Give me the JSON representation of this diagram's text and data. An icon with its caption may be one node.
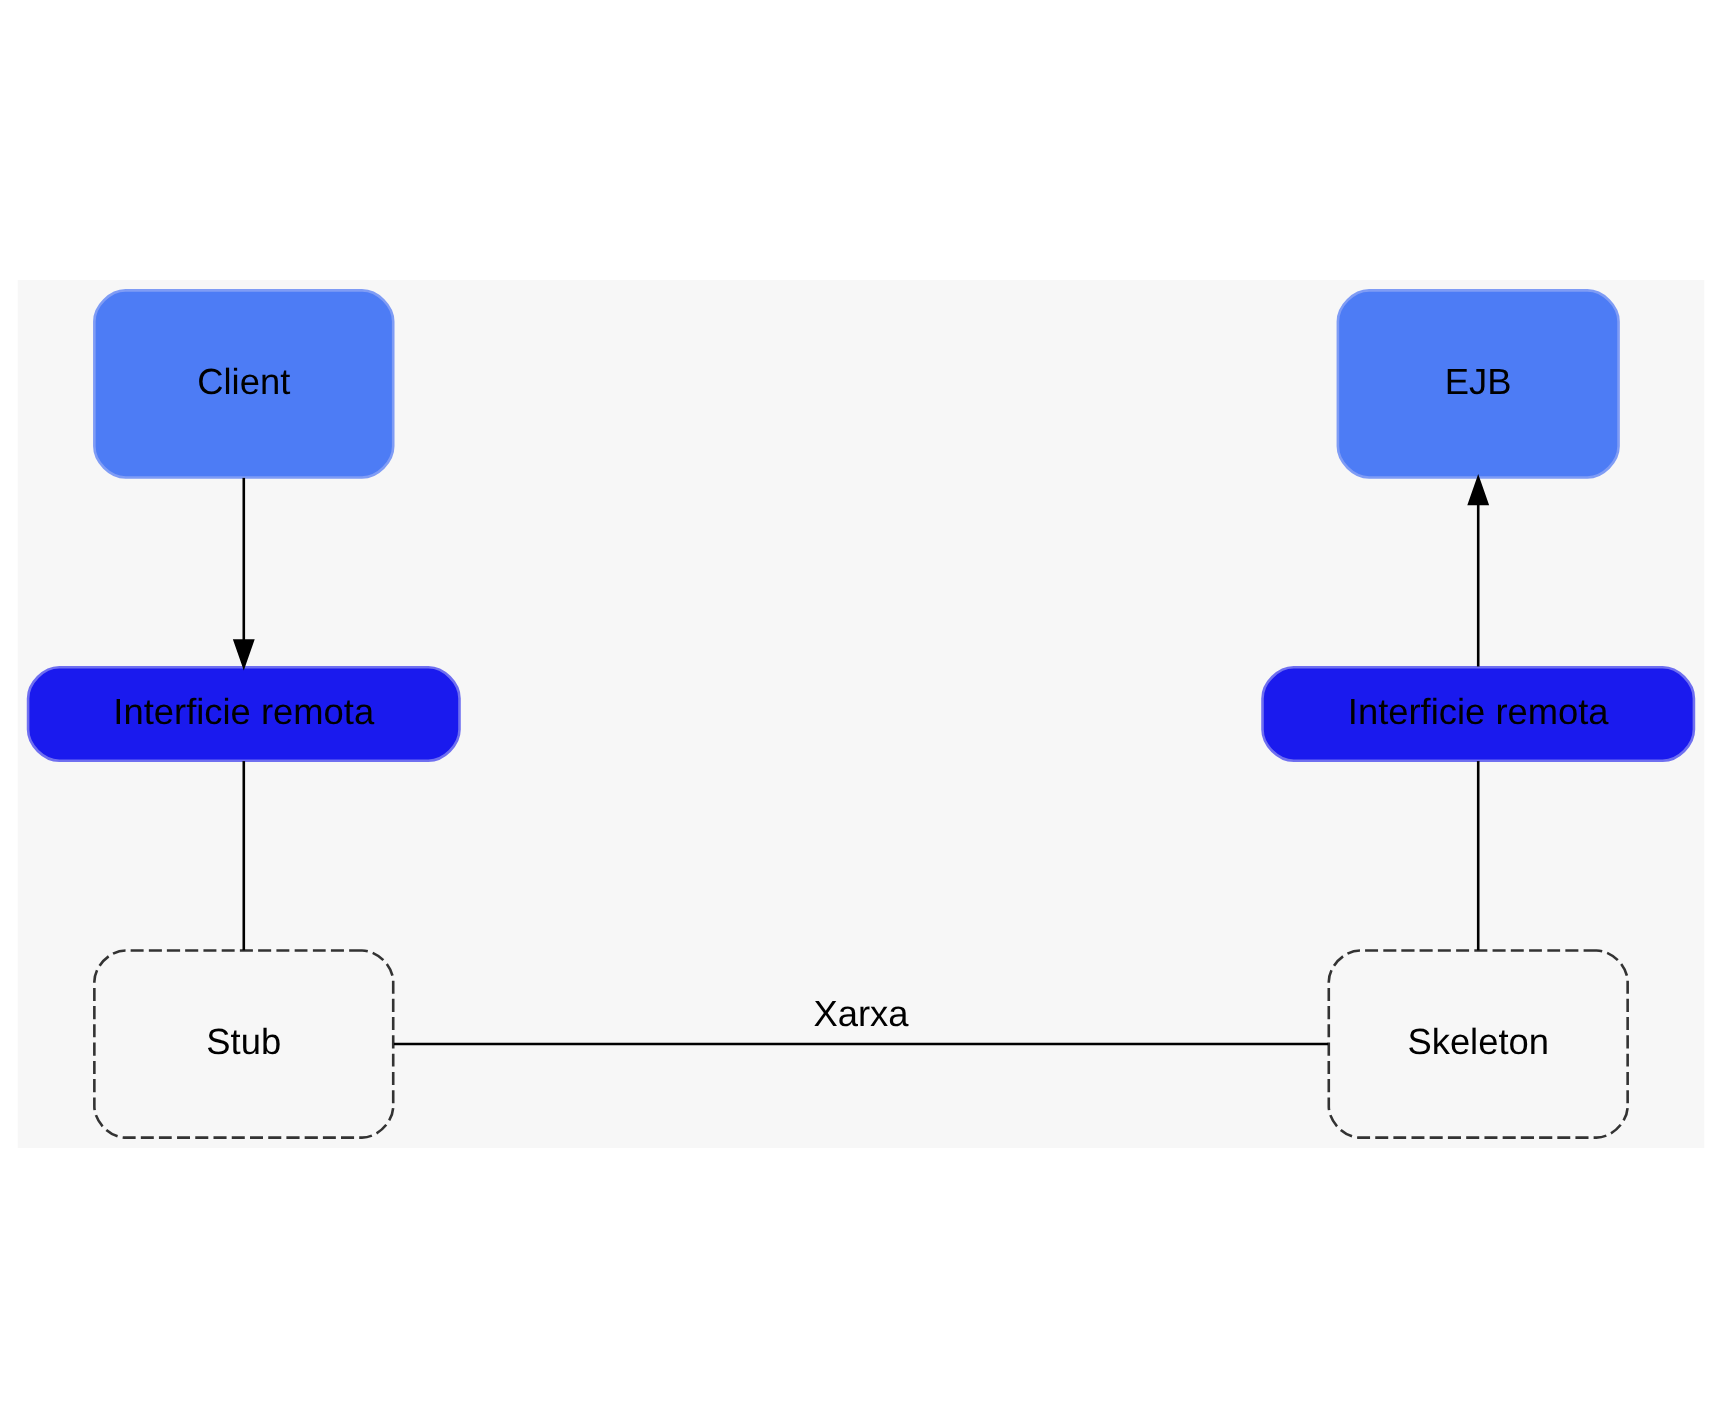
{
  "diagram": {
    "nodes": [
      {
        "text": [
          "Client"
        ]
      },
      {
        "text": [
          "Interficie remota"
        ]
      },
      {
        "text": [
          "EJB"
        ]
      },
      {
        "text": [
          "Interficie remota"
        ]
      },
      {
        "text": [
          "Stub"
        ]
      },
      {
        "text": [
          "Skeleton"
        ]
      }
    ],
    "edges": [
      {
        "from": 0,
        "to": 1,
        "arrow": "to"
      },
      {
        "from": 1,
        "to": 4,
        "arrow": "none"
      },
      {
        "from": 4,
        "to": 5,
        "arrow": "none",
        "label": "Xarxa"
      },
      {
        "from": 5,
        "to": 3,
        "arrow": "none"
      },
      {
        "from": 3,
        "to": 2,
        "arrow": "to"
      }
    ]
  }
}
